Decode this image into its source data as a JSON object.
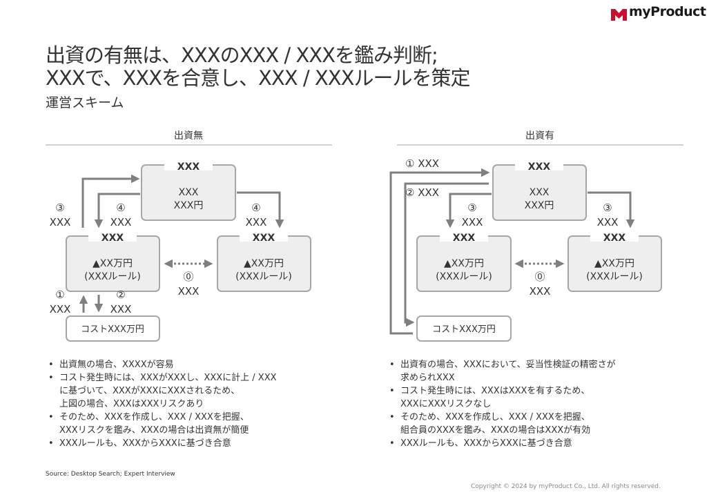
{
  "brand": {
    "name": "myProduct",
    "accent": "#c8102e"
  },
  "header": {
    "title_line1": "出資の有無は、XXXのXXX / XXXを鑑み判断;",
    "title_line2": "XXXで、XXXを合意し、XXX / XXXルールを策定",
    "subtitle": "運営スキーム"
  },
  "colors": {
    "box_fill": "#eeeeee",
    "box_stroke": "#a6a6a6",
    "arrow": "#7f7f7f",
    "text": "#333333"
  },
  "left": {
    "heading": "出資無",
    "top_box": {
      "tab": "XXX",
      "line1": "XXX",
      "line2": "XXX円"
    },
    "left_box": {
      "tab": "XXX",
      "line1": "▲XX万円",
      "line2": "(XXXルール)"
    },
    "right_box": {
      "tab": "XXX",
      "line1": "▲XX万円",
      "line2": "(XXXルール)"
    },
    "cost_box": "コストXXX万円",
    "labels": {
      "l3_num": "③",
      "l3_txt": "XXX",
      "l4a_num": "④",
      "l4a_txt": "XXX",
      "l4b_num": "④",
      "l4b_txt": "XXX",
      "l0_num": "⓪",
      "l0_txt": "XXX",
      "l1_num": "①",
      "l1_txt": "XXX",
      "l2_num": "②",
      "l2_txt": "XXX"
    },
    "bullets": [
      "出資無の場合、XXXXが容易",
      "コスト発生時には、XXXがXXXし、XXXに計上 / XXX\nに基づいて、XXXがXXXにXXXされるため、\n上図の場合、XXXはXXXリスクあり",
      "そのため、XXXを作成し、XXX / XXXを把握、\nXXXリスクを鑑み、XXXの場合は出資無が簡便",
      "XXXルールも、XXXからXXXに基づき合意"
    ]
  },
  "right": {
    "heading": "出資有",
    "top_box": {
      "tab": "XXX",
      "line1": "XXX",
      "line2": "XXX円"
    },
    "left_box": {
      "tab": "XXX",
      "line1": "▲XX万円",
      "line2": "(XXXルール)"
    },
    "right_box": {
      "tab": "XXX",
      "line1": "▲XX万円",
      "line2": "(XXXルール)"
    },
    "cost_box": "コストXXX万円",
    "labels": {
      "r1": "① XXX",
      "r2": "② XXX",
      "r3a_num": "③",
      "r3a_txt": "XXX",
      "r3b_num": "③",
      "r3b_txt": "XXX",
      "r0_num": "⓪",
      "r0_txt": "XXX"
    },
    "bullets": [
      "出資有の場合、XXXにおいて、妥当性検証の精密さが\n求められXXX",
      "コスト発生時には、XXXはXXXを有するため、\nXXXにXXXリスクなし",
      "そのため、XXXを作成し、XXX / XXXを把握、\n組合員のXXXを鑑み、XXXの場合はXXXが有効",
      "XXXルールも、XXXからXXXに基づき合意"
    ]
  },
  "footer": {
    "source": "Source: Desktop Search; Expert Interview",
    "copyright": "Copyright © 2024 by myProduct Co., Ltd.  All rights reserved."
  }
}
